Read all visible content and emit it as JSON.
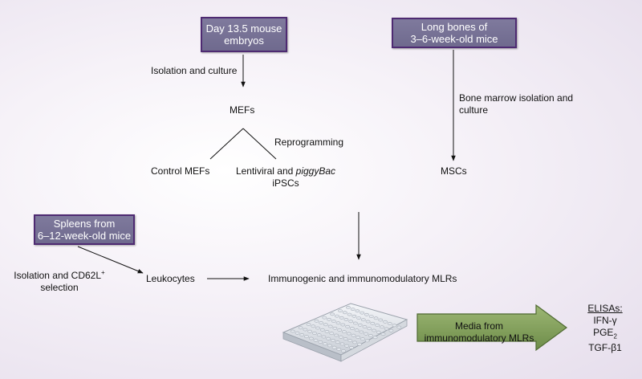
{
  "boxes": {
    "embryos": [
      "Day 13.5 mouse",
      "embryos"
    ],
    "long_bones": [
      "Long bones of",
      "3–6-week-old mice"
    ],
    "spleens": [
      "Spleens from",
      "6–12-week-old mice"
    ]
  },
  "labels": {
    "isolation_culture": "Isolation and culture",
    "mefs": "MEFs",
    "reprogramming": "Reprogramming",
    "control_mefs": "Control MEFs",
    "lentiviral_prefix": "Lentiviral and ",
    "piggybac": "piggyBac",
    "ipscs": "iPSCs",
    "bone_marrow": [
      "Bone marrow isolation and",
      "culture"
    ],
    "mscs": "MSCs",
    "isolation_cd62l": "Isolation and CD62L",
    "cd62l_sup": "+",
    "selection": "selection",
    "leukocytes": "Leukocytes",
    "mlrs": "Immunogenic and immunomodulatory MLRs",
    "media_arrow": [
      "Media from",
      "immunomodulatory MLRs"
    ]
  },
  "elisas": {
    "title": "ELISAs:",
    "items": [
      "IFN-γ",
      "PGE",
      "2",
      "TGF-β1"
    ]
  },
  "colors": {
    "box_fill": "#76719a",
    "box_border": "#4e2a72",
    "arrow_fill": "#7e9c58",
    "background": "#ece6f0"
  }
}
